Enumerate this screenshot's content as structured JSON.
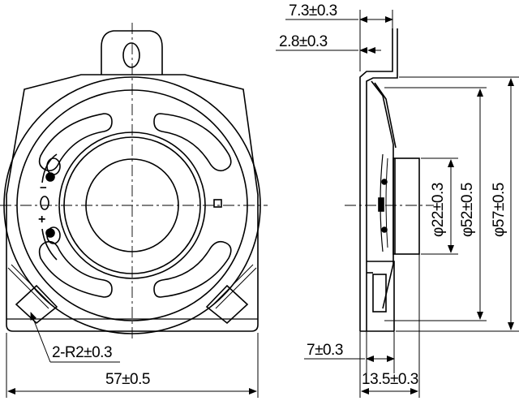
{
  "dimensions": {
    "depth_total": "7.3±0.3",
    "flange_thickness": "2.8±0.3",
    "corner_radius": "2-R2±0.3",
    "frame_width": "57±0.5",
    "frame_step": "7±0.3",
    "overall_depth": "13.5±0.3",
    "magnet_dia": "φ22±0.3",
    "cone_dia": "φ52±0.5",
    "frame_dia": "φ57±0.5"
  },
  "terminal_marks": {
    "minus": "−",
    "plus": "+"
  }
}
